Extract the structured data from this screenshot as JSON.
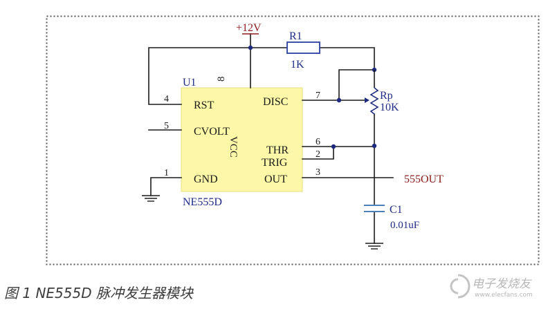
{
  "caption": "图 1 NE555D 脉冲发生器模块",
  "chip": {
    "ref": "U1",
    "part": "NE555D",
    "pin8_num": "8",
    "vcc_label": "VCC",
    "pins_left": [
      {
        "num": "4",
        "name": "RST"
      },
      {
        "num": "5",
        "name": "CVOLT"
      },
      {
        "num": "1",
        "name": "GND"
      }
    ],
    "pins_right": [
      {
        "num": "7",
        "name": "DISC"
      },
      {
        "num": "6",
        "name": "THR"
      },
      {
        "num": "2",
        "name": "TRIG"
      },
      {
        "num": "3",
        "name": "OUT"
      }
    ]
  },
  "supply": {
    "label": "+12V"
  },
  "r1": {
    "ref": "R1",
    "value": "1K"
  },
  "rp": {
    "ref": "Rp",
    "value": "10K"
  },
  "c1": {
    "ref": "C1",
    "value": "0.01uF"
  },
  "net_out": {
    "label": "555OUT"
  },
  "watermark": {
    "cn": "电子发烧友",
    "url": "www.elecfans.com"
  },
  "colors": {
    "chip_fill": "#fdf8a8",
    "wire": "#1a1a1a",
    "wire_alt": "#1e2a80",
    "label_red": "#8b1a1a",
    "label_blue": "#1f2a88",
    "resistor": "#2a3fa0",
    "capacitor": "#4a7fb8",
    "frame": "#555555"
  }
}
